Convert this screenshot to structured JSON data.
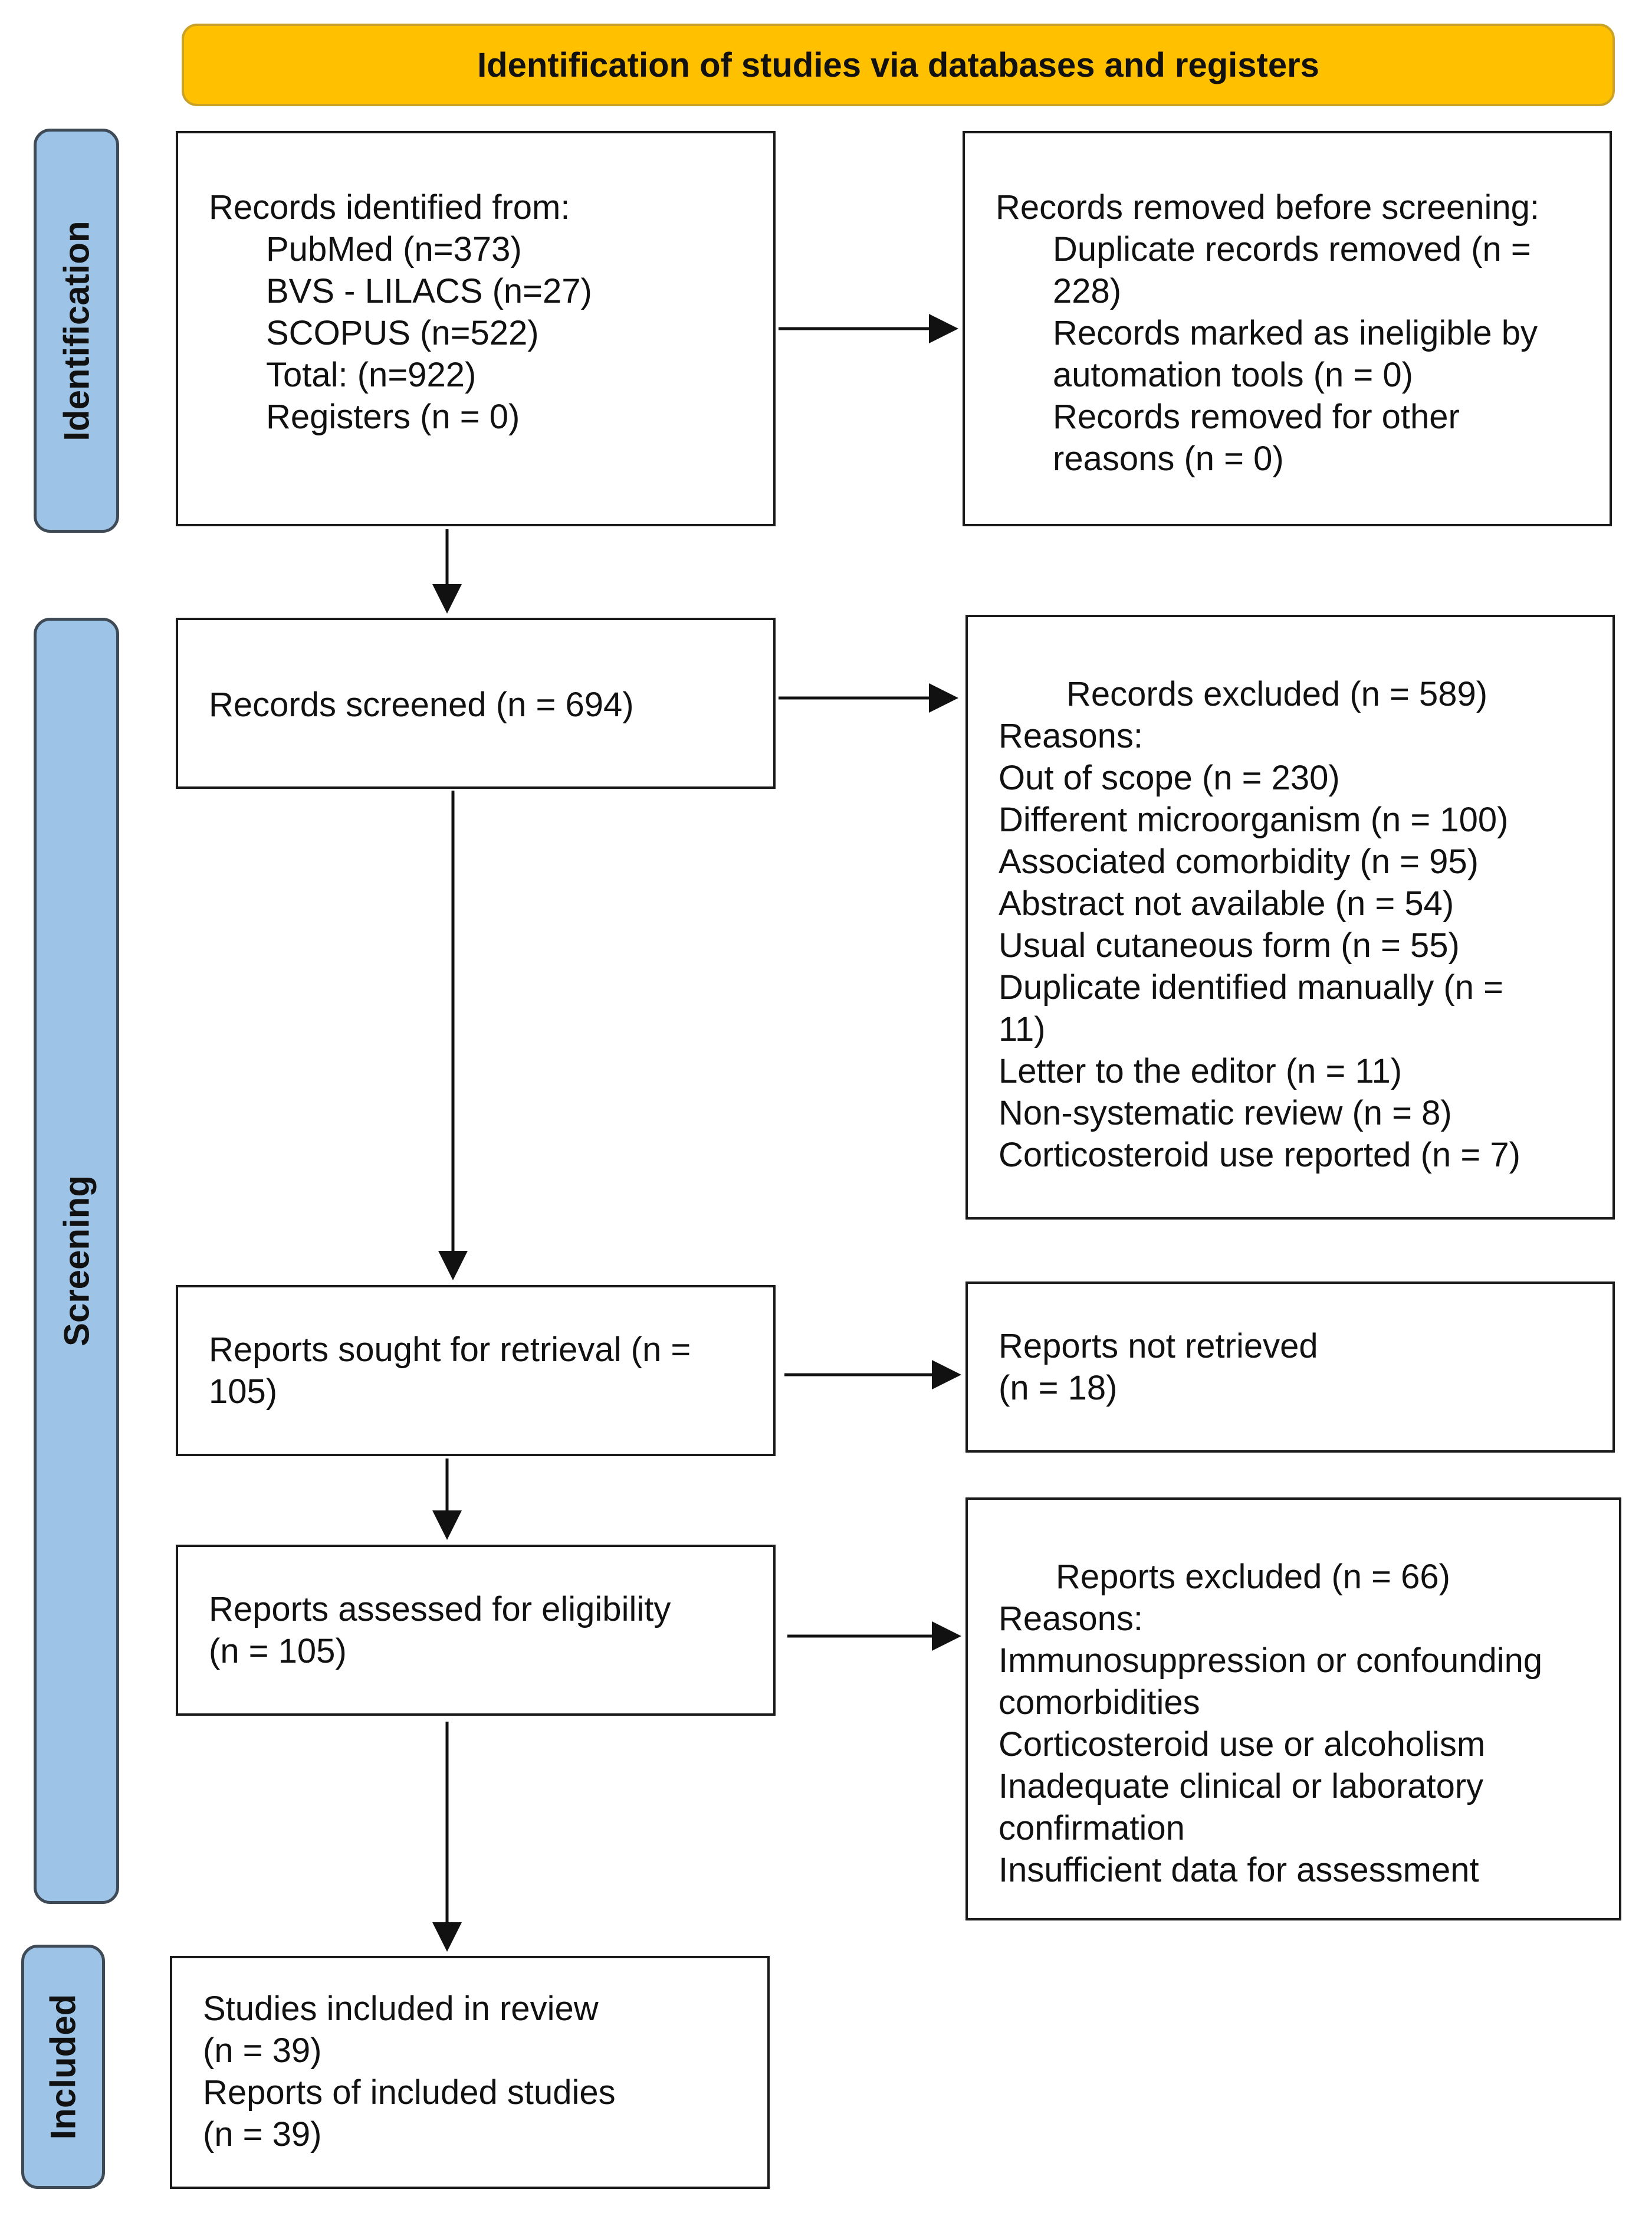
{
  "banner": {
    "title": "Identification of studies via databases and registers"
  },
  "phases": {
    "identification": "Identification",
    "screening": "Screening",
    "included": "Included"
  },
  "identified": {
    "heading": "Records identified from:",
    "pubmed": "PubMed (n=373)",
    "bvs": "BVS - LILACS (n=27)",
    "scopus": "SCOPUS (n=522)",
    "total": "Total: (n=922)",
    "registers": "Registers (n = 0)"
  },
  "removed": {
    "heading": "Records removed before screening:",
    "dup_1": "Duplicate records removed (n =",
    "dup_2": "228)",
    "inelig_1": "Records marked as ineligible by",
    "inelig_2": "automation tools (n = 0)",
    "other_1": "Records removed for other",
    "other_2": "reasons (n = 0)"
  },
  "screened": {
    "text": "Records screened (n = 694)"
  },
  "excluded": {
    "heading": "Records excluded (n = 589)",
    "reasons": "Reasons:",
    "r1": "Out of scope (n = 230)",
    "r2": "Different microorganism (n = 100)",
    "r3": "Associated comorbidity (n = 95)",
    "r4": "Abstract not available (n = 54)",
    "r5": "Usual cutaneous form (n = 55)",
    "r6a": "Duplicate identified manually (n =",
    "r6b": "11)",
    "r7": "Letter to the editor (n = 11)",
    "r8": "Non-systematic review (n = 8)",
    "r9": "Corticosteroid use reported (n = 7)"
  },
  "sought": {
    "line1": "Reports sought for retrieval (n =",
    "line2": "105)"
  },
  "not_retrieved": {
    "line1": "Reports not retrieved",
    "line2": "(n = 18)"
  },
  "assessed": {
    "line1": "Reports assessed for eligibility",
    "line2": "(n = 105)"
  },
  "reports_excluded": {
    "heading": "Reports excluded (n = 66)",
    "reasons": "Reasons:",
    "r1a": "Immunosuppression or confounding",
    "r1b": "comorbidities",
    "r2": "Corticosteroid use or alcoholism",
    "r3a": "Inadequate clinical or laboratory",
    "r3b": "confirmation",
    "r4": "Insufficient data for assessment"
  },
  "included": {
    "studies": "Studies included in review",
    "studies_n": "(n = 39)",
    "reports": "Reports of included studies",
    "reports_n": "(n = 39)"
  }
}
